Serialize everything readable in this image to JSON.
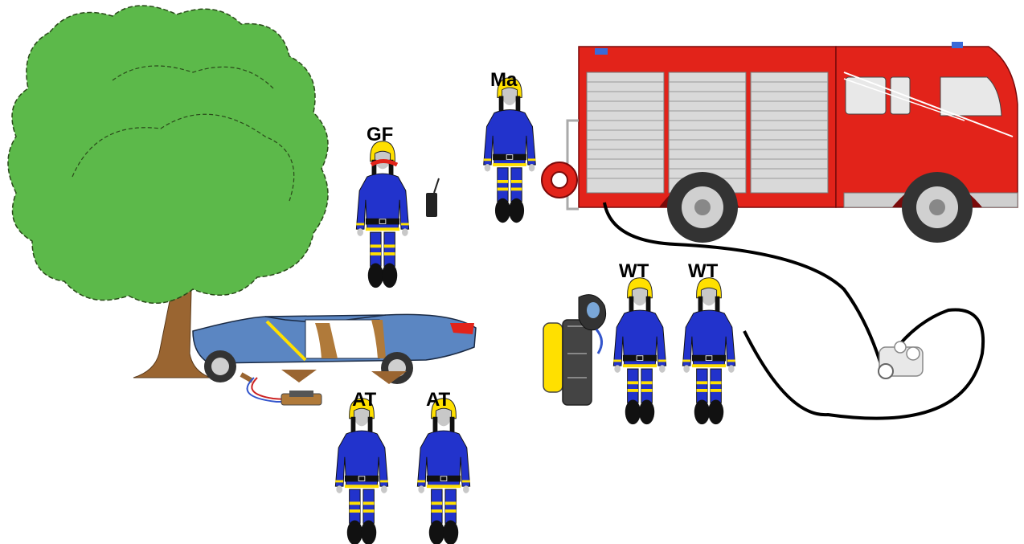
{
  "labels": {
    "group_leader": "GF",
    "machinist": "Ma",
    "water_troop_1": "WT",
    "water_troop_2": "WT",
    "attack_troop_1": "AT",
    "attack_troop_2": "AT"
  },
  "colors": {
    "tree_foliage": "#5cb94a",
    "tree_trunk": "#9a6531",
    "truck_body": "#e2231a",
    "truck_shutter": "#d9d9d9",
    "car_body": "#5b86c2",
    "uniform": "#2233cc",
    "helmet": "#ffe000",
    "leader_helmet_stripe": "#e2231a",
    "reflective_stripe": "#ffe000",
    "hose": "#000000"
  },
  "icons": [
    "tree-icon",
    "fire-truck-icon",
    "crashed-car-icon",
    "hydraulic-pump-icon",
    "breathing-apparatus-icon",
    "hose-coupling-icon",
    "radio-icon",
    "firefighter-icon"
  ]
}
